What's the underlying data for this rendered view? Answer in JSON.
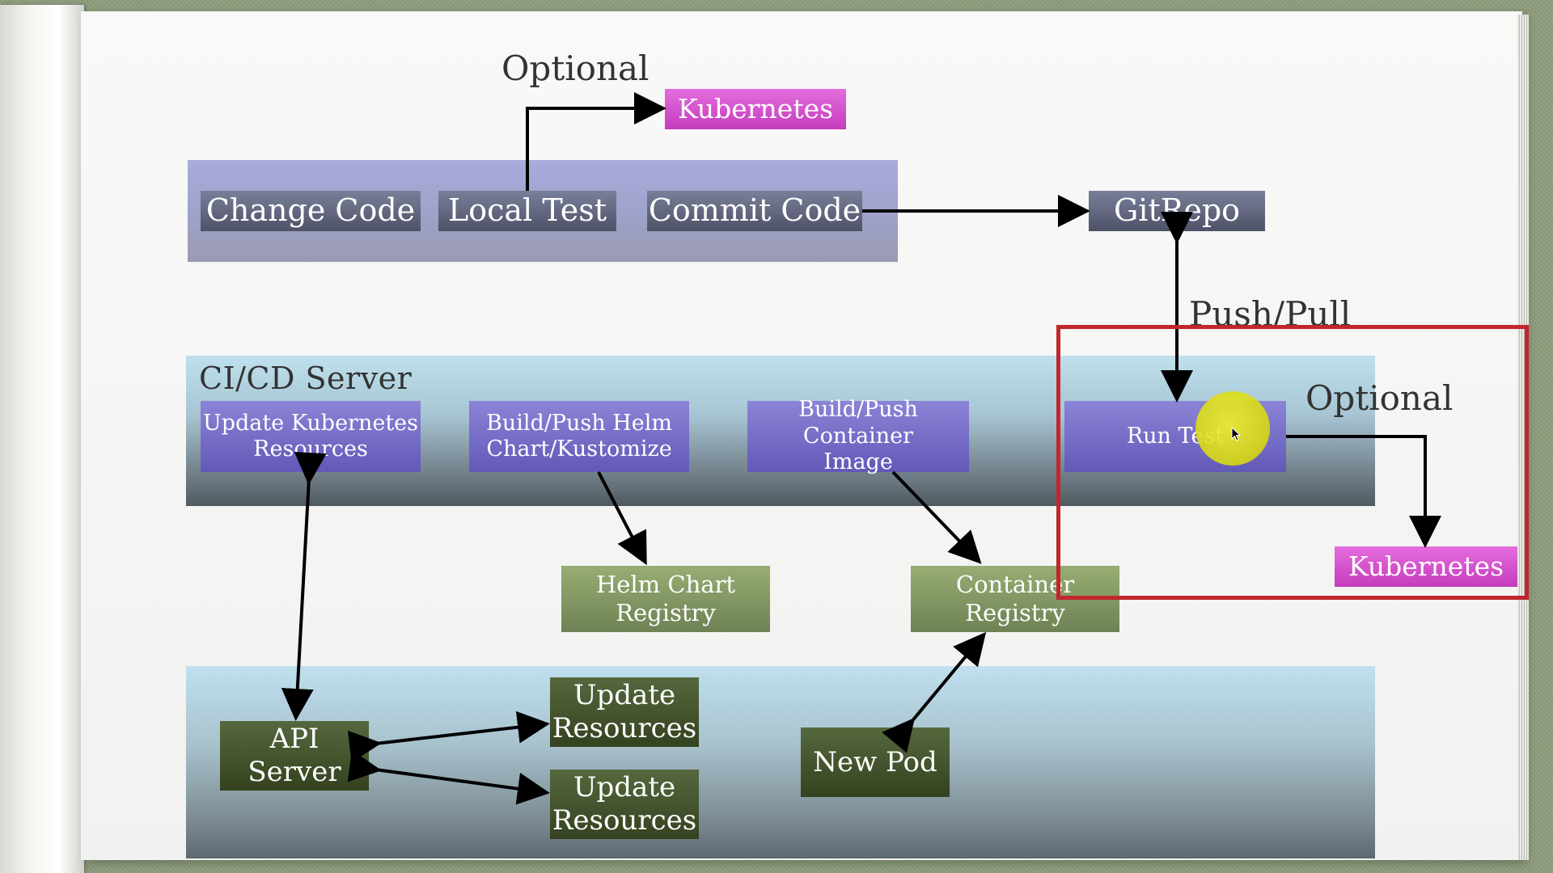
{
  "optional_label_top": "Optional",
  "optional_label_right": "Optional",
  "push_pull_label": "Push/Pull",
  "developer": {
    "change_code": "Change Code",
    "local_test": "Local Test",
    "commit_code": "Commit Code"
  },
  "kubernetes_top": "Kubernetes",
  "kubernetes_right": "Kubernetes",
  "gitrepo": "GitRepo",
  "cicd": {
    "title": "CI/CD Server",
    "update_k8s": [
      "Update Kubernetes",
      "Resources"
    ],
    "build_helm": [
      "Build/Push Helm",
      "Chart/Kustomize"
    ],
    "build_container": [
      "Build/Push Container",
      "Image"
    ],
    "run_test": "Run Test"
  },
  "registries": {
    "helm": [
      "Helm Chart",
      "Registry"
    ],
    "container": "Container Registry"
  },
  "cluster": {
    "api_server": "API Server",
    "update_resources_1": [
      "Update",
      "Resources"
    ],
    "update_resources_2": [
      "Update",
      "Resources"
    ],
    "new_pod": "New Pod"
  }
}
